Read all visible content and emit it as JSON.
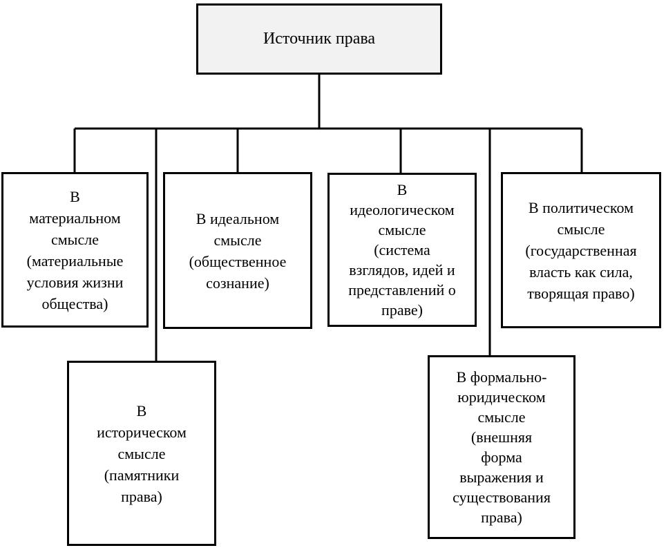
{
  "diagram": {
    "root": {
      "text": "Источник права"
    },
    "nodes": [
      {
        "id": "material",
        "lines": [
          "В",
          "материальном",
          "смысле",
          "(материальные",
          "условия жизни",
          "общества)"
        ]
      },
      {
        "id": "ideal",
        "lines": [
          "В идеальном",
          "смысле",
          "(общественное",
          "сознание)"
        ]
      },
      {
        "id": "ideological",
        "lines": [
          "В",
          "идеологическом",
          "смысле",
          "(система",
          "взглядов, идей и",
          "представлений о",
          "праве)"
        ]
      },
      {
        "id": "political",
        "lines": [
          "В политическом",
          "смысле",
          "(государственная",
          "власть как сила,",
          "творящая право)"
        ]
      },
      {
        "id": "historical",
        "lines": [
          "В",
          "историческом",
          "смысле",
          "(памятники",
          "права)"
        ]
      },
      {
        "id": "formal",
        "lines": [
          "В формально-",
          "юридическом",
          "смысле",
          "(внешняя",
          "форма",
          "выражения и",
          "существования",
          "права)"
        ]
      }
    ],
    "colors": {
      "line": "#000000",
      "root_fill": "#f2f2f2",
      "box_fill": "#ffffff"
    }
  }
}
